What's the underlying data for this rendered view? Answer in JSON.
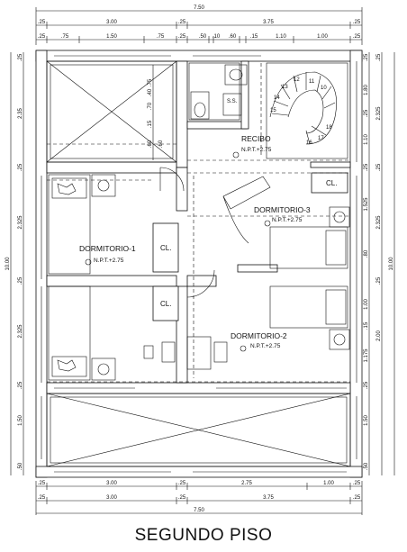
{
  "title": "SEGUNDO PISO",
  "rooms": {
    "recibo": "RECIBO",
    "dormitorio1": "DORMITORIO-1",
    "dormitorio2": "DORMITORIO-2",
    "dormitorio3": "DORMITORIO-3",
    "bath": "S.S."
  },
  "level": "N.P.T.+2.75",
  "closet": "CL.",
  "stair_numbers": [
    "10",
    "11",
    "12",
    "13",
    "14",
    "15",
    "16",
    "17",
    "18"
  ],
  "dims": {
    "top_total": "7.50",
    "top_row1": [
      ".25",
      "3.00",
      ".25",
      "3.75",
      ".25"
    ],
    "top_row2": [
      ".25",
      ".75",
      "1.50",
      ".75",
      ".25",
      ".50",
      ".10",
      ".60",
      ".15",
      "1.10",
      "1.00",
      ".25"
    ],
    "bottom_row1": [
      ".25",
      "3.00",
      ".25",
      "2.75",
      "1.00",
      ".25"
    ],
    "bottom_row2": [
      ".25",
      "3.00",
      ".25",
      "3.75",
      ".25"
    ],
    "bottom_total": "7.50",
    "left_total": "10.00",
    "left_outer": [
      ".25",
      "2.35",
      ".25",
      "2.325",
      ".25",
      "2.325",
      ".25",
      "1.50",
      ".50"
    ],
    "left_inner": [
      ".75",
      ".70",
      ".40",
      ".15",
      ".60",
      ".60"
    ],
    "right_total": "10.00",
    "right_inner": [
      ".25",
      "1.80",
      ".25",
      "1.10",
      ".25",
      "1.525",
      ".80",
      "1.00",
      ".15",
      "1.175",
      ".25",
      "1.50",
      ".50"
    ],
    "right_outer": [
      ".25",
      "2.325",
      ".25",
      "2.325",
      ".25",
      "2.00"
    ]
  }
}
